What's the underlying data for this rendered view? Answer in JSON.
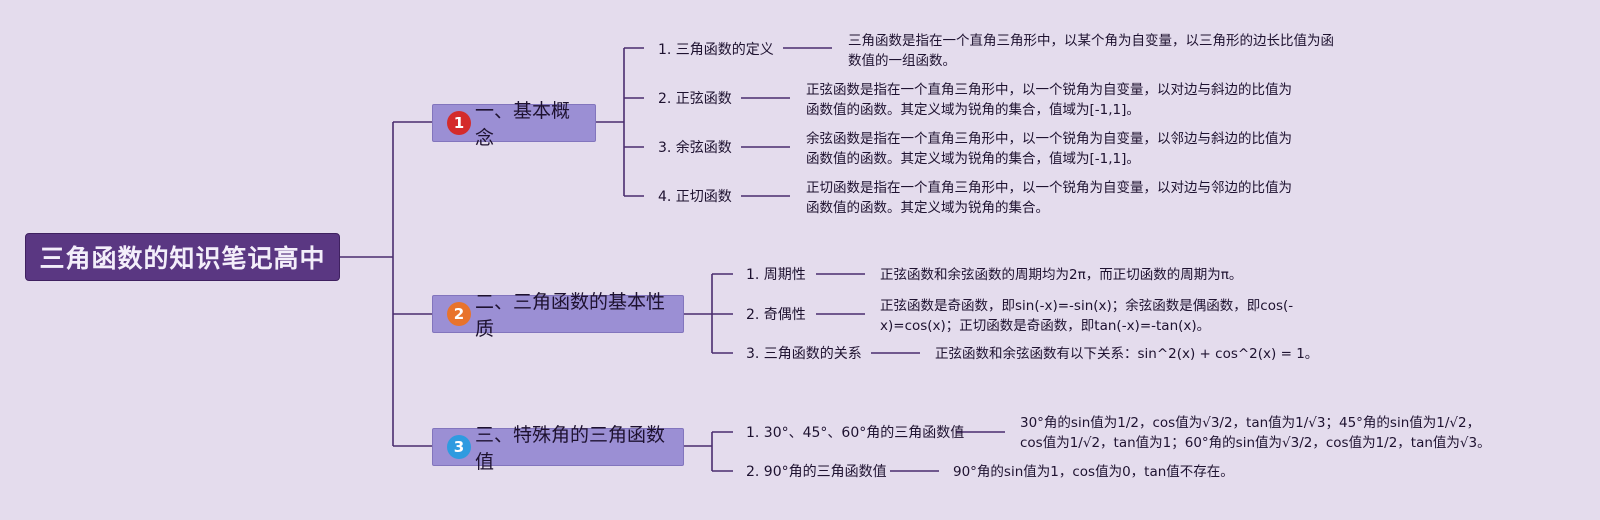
{
  "root": {
    "label": "三角函数的知识笔记高中"
  },
  "colors": {
    "background": "#e4dced",
    "root_fill": "#5a3782",
    "category_fill": "#9b8fd4",
    "connector": "#4a2d6e"
  },
  "categories": [
    {
      "badge": "1",
      "badge_color": "#d42b2b",
      "label": "一、基本概念",
      "topics": [
        {
          "label": "1. 三角函数的定义",
          "text": "三角函数是指在一个直角三角形中，以某个角为自变量，以三角形的边长比值为函数值的一组函数。"
        },
        {
          "label": "2. 正弦函数",
          "text": "正弦函数是指在一个直角三角形中，以一个锐角为自变量，以对边与斜边的比值为函数值的函数。其定义域为锐角的集合，值域为[-1,1]。"
        },
        {
          "label": "3. 余弦函数",
          "text": "余弦函数是指在一个直角三角形中，以一个锐角为自变量，以邻边与斜边的比值为函数值的函数。其定义域为锐角的集合，值域为[-1,1]。"
        },
        {
          "label": "4. 正切函数",
          "text": "正切函数是指在一个直角三角形中，以一个锐角为自变量，以对边与邻边的比值为函数值的函数。其定义域为锐角的集合。"
        }
      ]
    },
    {
      "badge": "2",
      "badge_color": "#e8732c",
      "label": "二、三角函数的基本性质",
      "topics": [
        {
          "label": "1. 周期性",
          "text": "正弦函数和余弦函数的周期均为2π，而正切函数的周期为π。"
        },
        {
          "label": "2. 奇偶性",
          "text": "正弦函数是奇函数，即sin(-x)=-sin(x)；余弦函数是偶函数，即cos(-x)=cos(x)；正切函数是奇函数，即tan(-x)=-tan(x)。"
        },
        {
          "label": "3. 三角函数的关系",
          "text": "正弦函数和余弦函数有以下关系：sin^2(x) + cos^2(x) = 1。"
        }
      ]
    },
    {
      "badge": "3",
      "badge_color": "#2e9be0",
      "label": "三、特殊角的三角函数值",
      "topics": [
        {
          "label": "1. 30°、45°、60°角的三角函数值",
          "text": "30°角的sin值为1/2，cos值为√3/2，tan值为1/√3；45°角的sin值为1/√2，cos值为1/√2，tan值为1；60°角的sin值为√3/2，cos值为1/2，tan值为√3。"
        },
        {
          "label": "2. 90°角的三角函数值",
          "text": "90°角的sin值为1，cos值为0，tan值不存在。"
        }
      ]
    }
  ]
}
